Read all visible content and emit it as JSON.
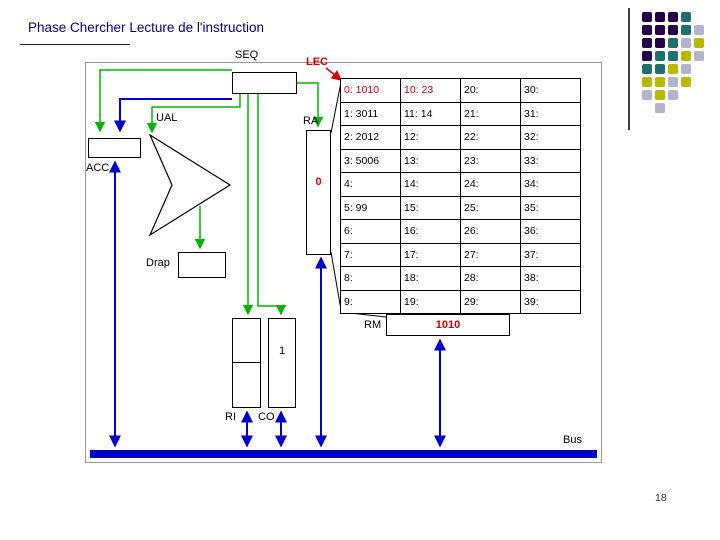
{
  "title": {
    "part1": "Phase Chercher",
    "part2": "Lecture de l'instruction"
  },
  "page_number": "18",
  "colors": {
    "wire-green": "#00b300",
    "wire-blue": "#0000cc",
    "highlight": "#cc0000",
    "bus": "#0000cc"
  },
  "labels": {
    "seq": "SEQ",
    "lec": "LEC",
    "ual": "UAL",
    "acc": "ACC",
    "ra": "RA",
    "drap": "Drap",
    "ri": "RI",
    "co": "CO",
    "rm": "RM",
    "bus": "Bus"
  },
  "registers": {
    "ra_value": "0",
    "co_value": "1",
    "rm_value": "1010",
    "ri_hi": "",
    "ri_lo": ""
  },
  "memory": {
    "columns": [
      [
        {
          "t": "0: 1010",
          "hl": true
        },
        {
          "t": "1: 3011"
        },
        {
          "t": "2: 2012"
        },
        {
          "t": "3: 5006"
        },
        {
          "t": "4:"
        },
        {
          "t": "5: 99"
        },
        {
          "t": "6:"
        },
        {
          "t": "7:"
        },
        {
          "t": "8:"
        },
        {
          "t": "9:"
        }
      ],
      [
        {
          "t": "10: 23",
          "hl": true
        },
        {
          "t": "11: 14"
        },
        {
          "t": "12:"
        },
        {
          "t": "13:"
        },
        {
          "t": "14:"
        },
        {
          "t": "15:"
        },
        {
          "t": "16:"
        },
        {
          "t": "17:"
        },
        {
          "t": "18:"
        },
        {
          "t": "19:"
        }
      ],
      [
        {
          "t": "20:"
        },
        {
          "t": "21:"
        },
        {
          "t": "22:"
        },
        {
          "t": "23:"
        },
        {
          "t": "24:"
        },
        {
          "t": "25:"
        },
        {
          "t": "26:"
        },
        {
          "t": "27:"
        },
        {
          "t": "28:"
        },
        {
          "t": "29:"
        }
      ],
      [
        {
          "t": "30:"
        },
        {
          "t": "31:"
        },
        {
          "t": "32:"
        },
        {
          "t": "33:"
        },
        {
          "t": "34:"
        },
        {
          "t": "35:"
        },
        {
          "t": "36:"
        },
        {
          "t": "37:"
        },
        {
          "t": "38:"
        },
        {
          "t": "39:"
        }
      ]
    ]
  },
  "deco": {
    "dot_colors": [
      [
        "#26004d",
        "#26004d",
        "#26004d",
        "#1f6f6f",
        ""
      ],
      [
        "#26004d",
        "#26004d",
        "#26004d",
        "#1f6f6f",
        "#b3b3cc"
      ],
      [
        "#26004d",
        "#26004d",
        "#1f6f6f",
        "#b3b3cc",
        "#b8b800"
      ],
      [
        "#26004d",
        "#1f6f6f",
        "#1f6f6f",
        "#b8b800",
        "#b3b3cc"
      ],
      [
        "#1f6f6f",
        "#1f6f6f",
        "#b8b800",
        "#b3b3cc",
        ""
      ],
      [
        "#b8b800",
        "#b8b800",
        "#b3b3cc",
        "#b8b800",
        ""
      ],
      [
        "#b3b3cc",
        "#b8b800",
        "#b3b3cc",
        "",
        ""
      ],
      [
        "",
        "#b3b3cc",
        "",
        "",
        ""
      ]
    ]
  }
}
